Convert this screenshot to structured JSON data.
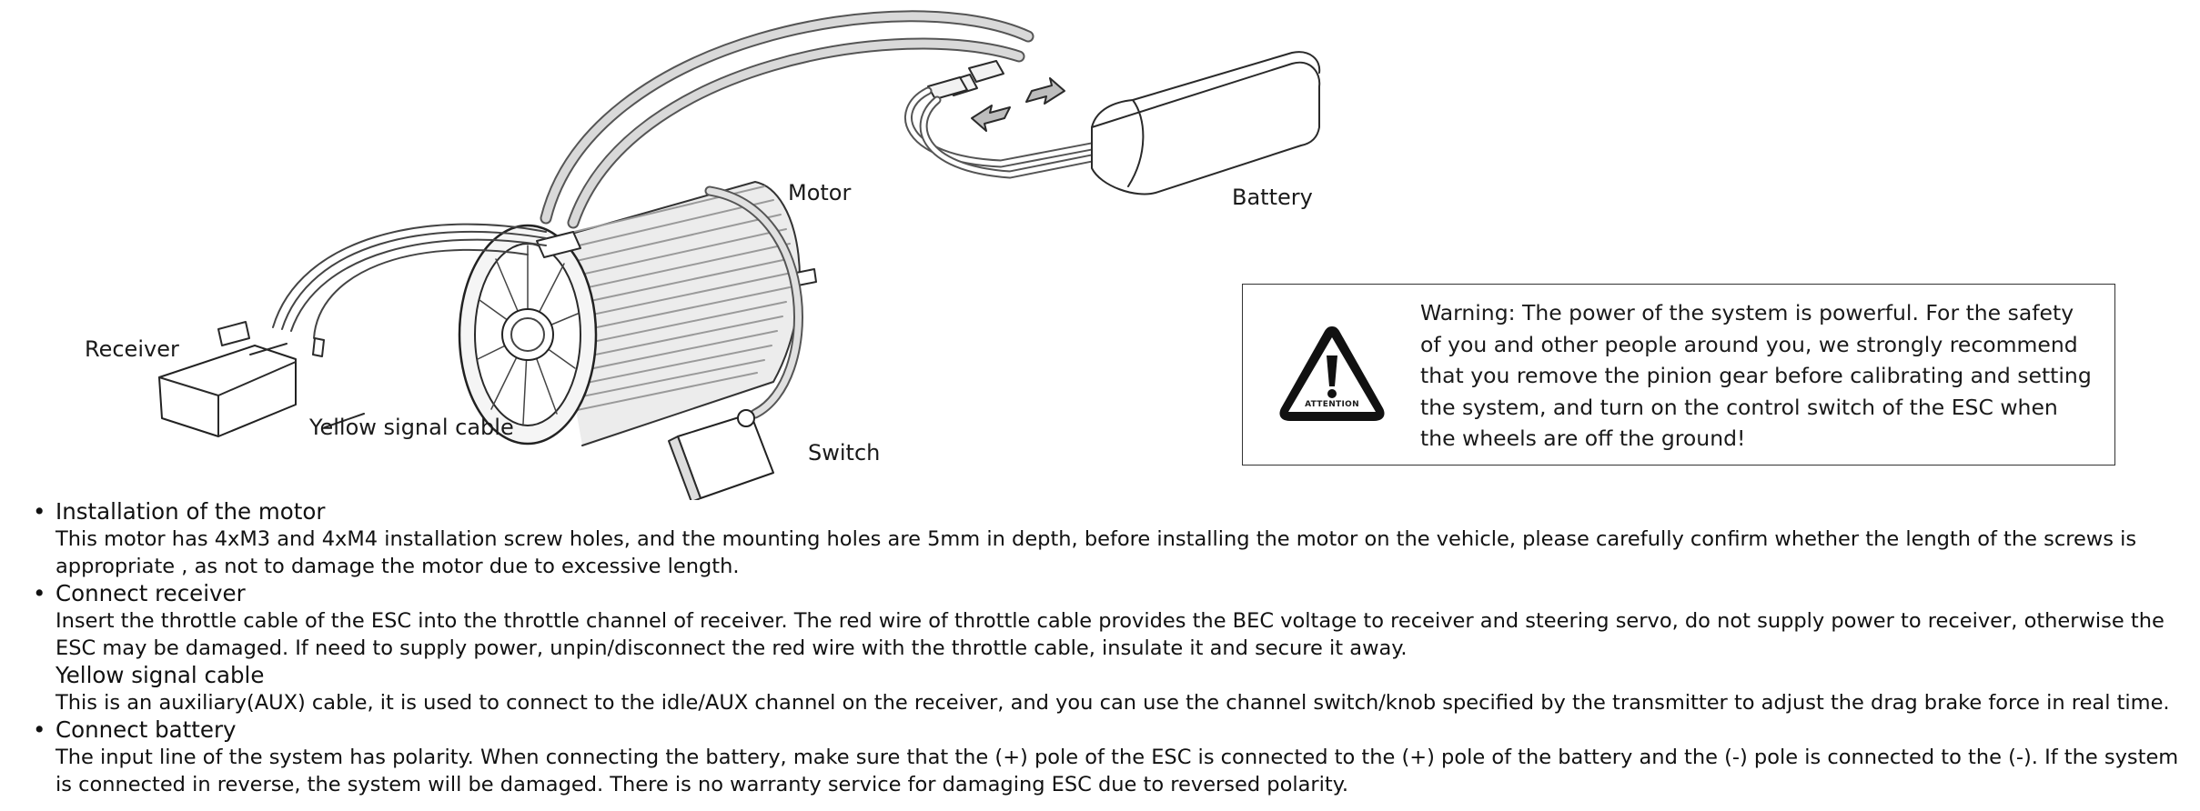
{
  "diagram": {
    "labels": {
      "motor": "Motor",
      "battery": "Battery",
      "receiver": "Receiver",
      "yellow_signal_cable": "Yellow signal cable",
      "switch": "Switch"
    },
    "icons": {
      "attention": "warning-triangle-icon",
      "attention_text": "ATTENTION"
    }
  },
  "warning": {
    "text": "Warning: The power of the system is powerful. For the safety of you and other people around you, we strongly recommend that you remove the pinion gear before calibrating and setting the system, and turn on the control switch of the ESC when the wheels are off the ground!"
  },
  "sections": [
    {
      "title": "Installation of the motor",
      "body": "This motor has 4xM3 and 4xM4 installation screw holes, and the mounting holes are 5mm in depth, before installing the motor on the vehicle, please carefully confirm whether the length of the screws is appropriate ,  as not to damage the motor due to excessive length."
    },
    {
      "title": "Connect receiver",
      "body": "Insert the throttle cable of the ESC into the throttle channel of receiver. The red wire of throttle cable provides the BEC voltage to receiver and steering servo, do not supply power to receiver, otherwise the ESC may be damaged. If need to supply power, unpin/disconnect the red wire with the throttle cable, insulate it and secure it away.",
      "subtitle": "Yellow signal cable",
      "subbody": "This is an auxiliary(AUX) cable, it is used to connect to the idle/AUX channel on the receiver, and you can use the channel switch/knob specified by the transmitter to adjust the drag brake force in real time."
    },
    {
      "title": "Connect battery",
      "body": "The input line of the system has polarity. When connecting the battery, make sure that the (+) pole of the ESC is connected to the (+) pole of the battery and the (-) pole is connected to the (-). If the system is connected in reverse, the system will be damaged. There is no warranty service for damaging ESC due to reversed polarity."
    }
  ]
}
